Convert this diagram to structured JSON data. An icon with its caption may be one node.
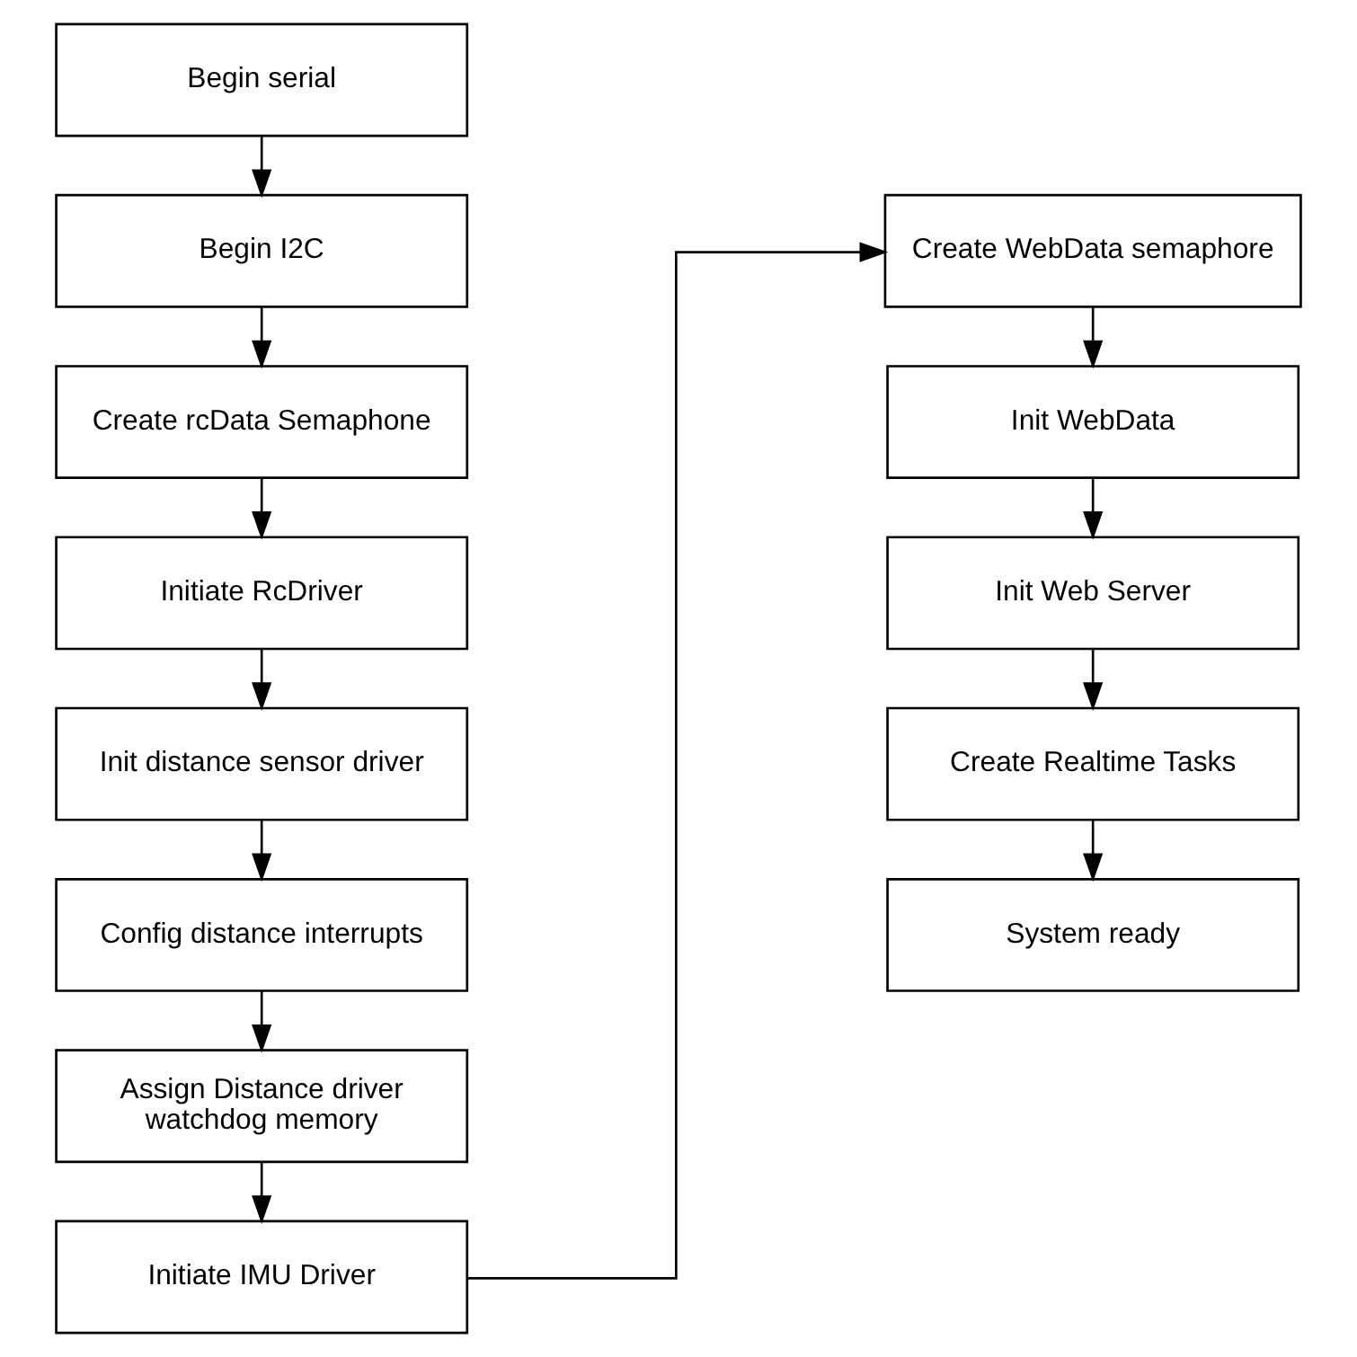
{
  "diagram": {
    "nodes": [
      {
        "text": [
          "Begin serial"
        ]
      },
      {
        "text": [
          "Begin I2C"
        ]
      },
      {
        "text": [
          "Create rcData Semaphone"
        ]
      },
      {
        "text": [
          "Initiate RcDriver"
        ]
      },
      {
        "text": [
          "Init distance sensor driver"
        ]
      },
      {
        "text": [
          "Config distance interrupts"
        ]
      },
      {
        "text": [
          "Assign Distance driver watchdog memory"
        ]
      },
      {
        "text": [
          "Initiate IMU Driver"
        ]
      },
      {
        "text": [
          "Create WebData semaphore"
        ]
      },
      {
        "text": [
          "Init WebData"
        ]
      },
      {
        "text": [
          "Init Web Server"
        ]
      },
      {
        "text": [
          "Create Realtime Tasks"
        ]
      },
      {
        "text": [
          "System ready"
        ]
      }
    ],
    "edges": [
      {
        "from": 0,
        "to": 1,
        "arrow": "to"
      },
      {
        "from": 1,
        "to": 2,
        "arrow": "to"
      },
      {
        "from": 2,
        "to": 3,
        "arrow": "to"
      },
      {
        "from": 3,
        "to": 4,
        "arrow": "to"
      },
      {
        "from": 4,
        "to": 5,
        "arrow": "to"
      },
      {
        "from": 5,
        "to": 6,
        "arrow": "to"
      },
      {
        "from": 6,
        "to": 7,
        "arrow": "to"
      },
      {
        "from": 7,
        "to": 8,
        "arrow": "to"
      },
      {
        "from": 8,
        "to": 9,
        "arrow": "to"
      },
      {
        "from": 9,
        "to": 10,
        "arrow": "to"
      },
      {
        "from": 10,
        "to": 11,
        "arrow": "to"
      },
      {
        "from": 11,
        "to": 12,
        "arrow": "to"
      }
    ]
  }
}
